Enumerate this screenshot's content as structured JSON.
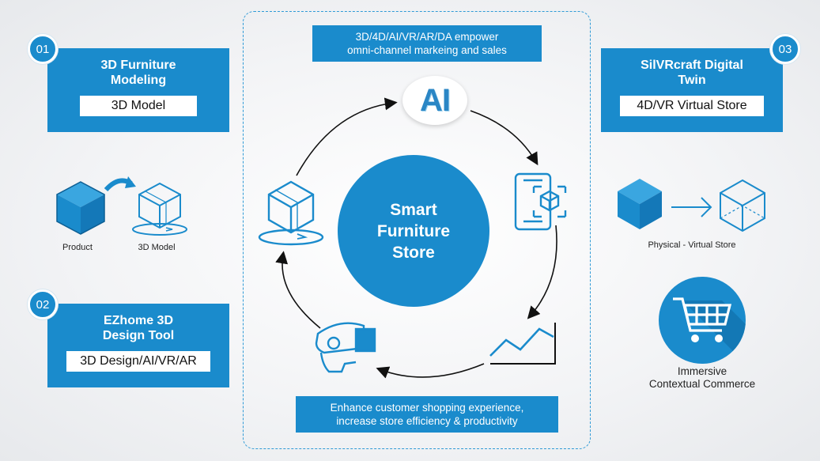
{
  "steps": [
    {
      "number": "01",
      "title_line1": "3D Furniture",
      "title_line2": "Modeling",
      "chip": "3D Model"
    },
    {
      "number": "02",
      "title_line1": "EZhome 3D",
      "title_line2": "Design Tool",
      "chip": "3D Design/AI/VR/AR"
    },
    {
      "number": "03",
      "title_line1": "SilVRcraft Digital",
      "title_line2": "Twin",
      "chip": "4D/VR Virtual Store"
    }
  ],
  "left_illustration": {
    "from_label": "Product",
    "to_label": "3D Model"
  },
  "right_illustration": {
    "label": "Physical - Virtual Store"
  },
  "top_banner": {
    "line1": "3D/4D/AI/VR/AR/DA empower",
    "line2": "omni-channel markeing and sales"
  },
  "bottom_banner": {
    "line1": "Enhance customer shopping experience,",
    "line2": "increase store efficiency & productivity"
  },
  "hub": {
    "line1": "Smart",
    "line2": "Furniture",
    "line3": "Store"
  },
  "ai_badge": "AI",
  "commerce": {
    "line1": "Immersive",
    "line2": "Contextual Commerce"
  },
  "colors": {
    "brand_blue": "#1a8bcc",
    "icon_blue": "#2a9ad8",
    "dark_cube": "#1478b8"
  },
  "icons": [
    "cube-icon",
    "curved-arrow-icon",
    "wireframe-cube-icon",
    "smartphone-ar-icon",
    "trend-chart-icon",
    "vr-headset-icon",
    "shopping-cart-icon"
  ]
}
